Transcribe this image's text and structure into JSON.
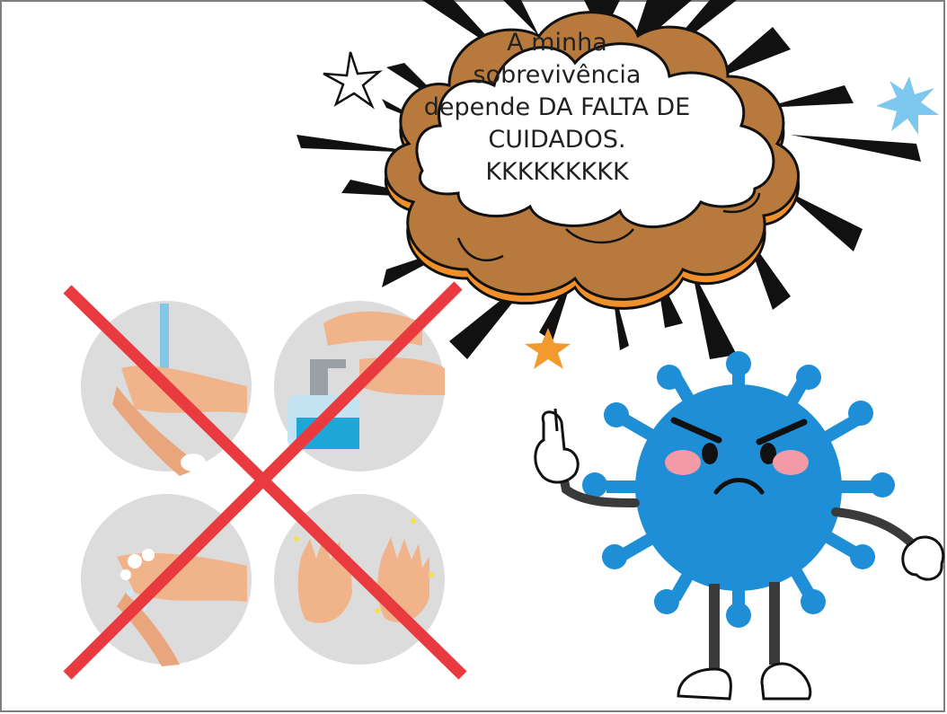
{
  "speech_bubble": {
    "lines": [
      "A minha",
      "sobrevivência",
      "depende DA FALTA DE",
      "CUIDADOS.",
      "KKKKKKKKK"
    ]
  },
  "colors": {
    "background": "#ffffff",
    "frame": "#7f7f7f",
    "virus_body": "#1e8fd6",
    "virus_spike": "#1e8fd6",
    "cheek": "#f29aa6",
    "cross": "#e83a3f",
    "circle": "#dcdcdc",
    "cloud_brown": "#b87a3c",
    "cloud_orange": "#f0902a",
    "star_orange": "#f39a2e",
    "star_blue": "#7ec8f0"
  },
  "illustration": {
    "panels": [
      {
        "icon": "rinse-hands-icon"
      },
      {
        "icon": "soap-dispenser-icon"
      },
      {
        "icon": "lather-hands-icon"
      },
      {
        "icon": "clean-hands-icon"
      }
    ],
    "cross_icon": "red-x-icon",
    "character_icon": "angry-virus-icon"
  }
}
